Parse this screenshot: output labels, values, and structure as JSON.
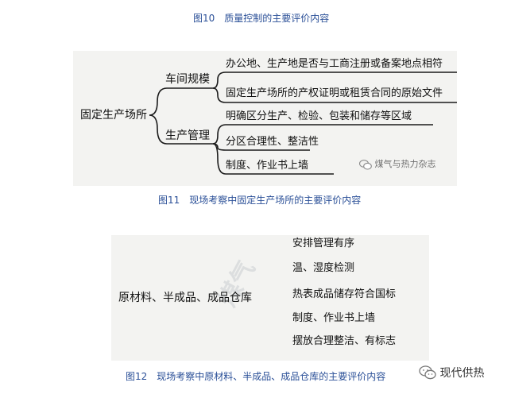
{
  "captions": {
    "fig10": "图10　质量控制的主要评价内容",
    "fig11": "图11　现场考察中固定生产场所的主要评价内容",
    "fig12": "图12　现场考察中原材料、半成品、成品仓库的主要评价内容"
  },
  "diagram1": {
    "root": "固定生产场所",
    "branches": [
      {
        "label": "车间规模",
        "leaves": [
          "办公地、生产地是否与工商注册或备案地点相符",
          "固定生产场所的产权证明或租赁合同的原始文件"
        ]
      },
      {
        "label": "生产管理",
        "leaves": [
          "明确区分生产、检验、包装和储存等区域",
          "分区合理性、整洁性",
          "制度、作业书上墙"
        ]
      }
    ],
    "watermark": "煤气与热力杂志"
  },
  "diagram2": {
    "root": "原材料、半成品、成品仓库",
    "leaves": [
      "安排管理有序",
      "温、湿度检测",
      "热表成品储存符合国标",
      "制度、作业书上墙",
      "摆放合理整洁、有标志"
    ]
  },
  "footer_brand": "现代供热",
  "colors": {
    "caption": "#2a4f97",
    "panel": "#f3f3f1",
    "line": "#1a1a1a"
  }
}
